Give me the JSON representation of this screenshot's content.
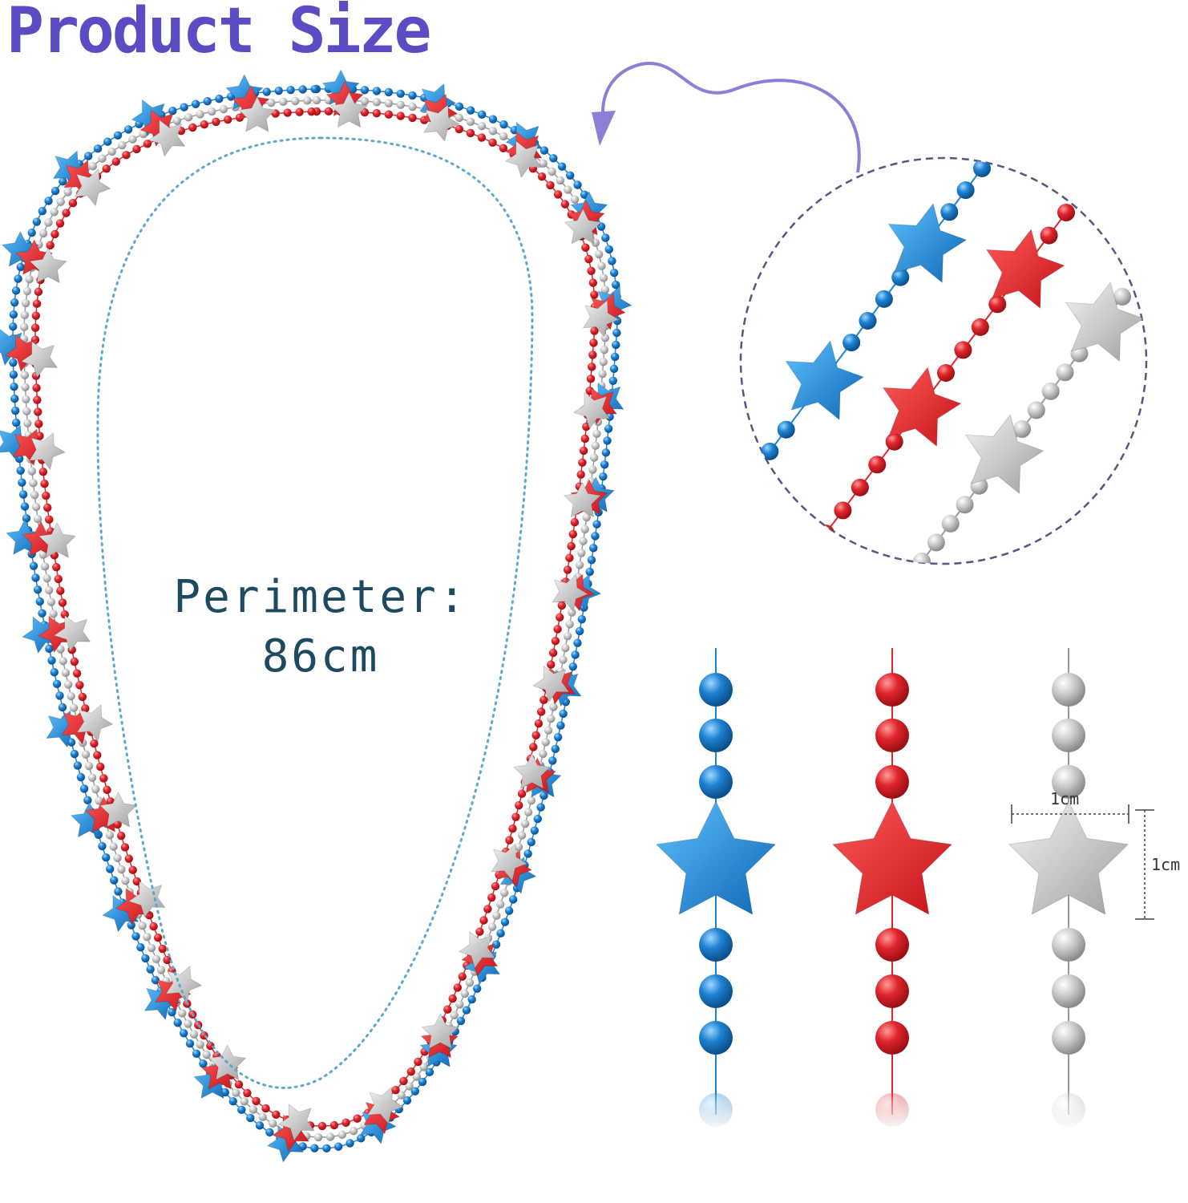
{
  "heading": "Product Size",
  "perimeter": {
    "label": "Perimeter:",
    "value": "86cm"
  },
  "star_dimensions": {
    "width": "1cm",
    "height": "1cm"
  },
  "colors": {
    "heading": "#5b4cc4",
    "perimeter_text": "#1d4a60",
    "arrow": "#8b7fd6",
    "blue": "#1e82d2",
    "red": "#e0262d",
    "silver": "#c4c4c4",
    "dashed_outline": "#5a5480",
    "dotted_outline": "#5ba7cf"
  },
  "icons": [
    "star-bead-icon",
    "round-bead-icon",
    "curved-arrow-icon"
  ]
}
